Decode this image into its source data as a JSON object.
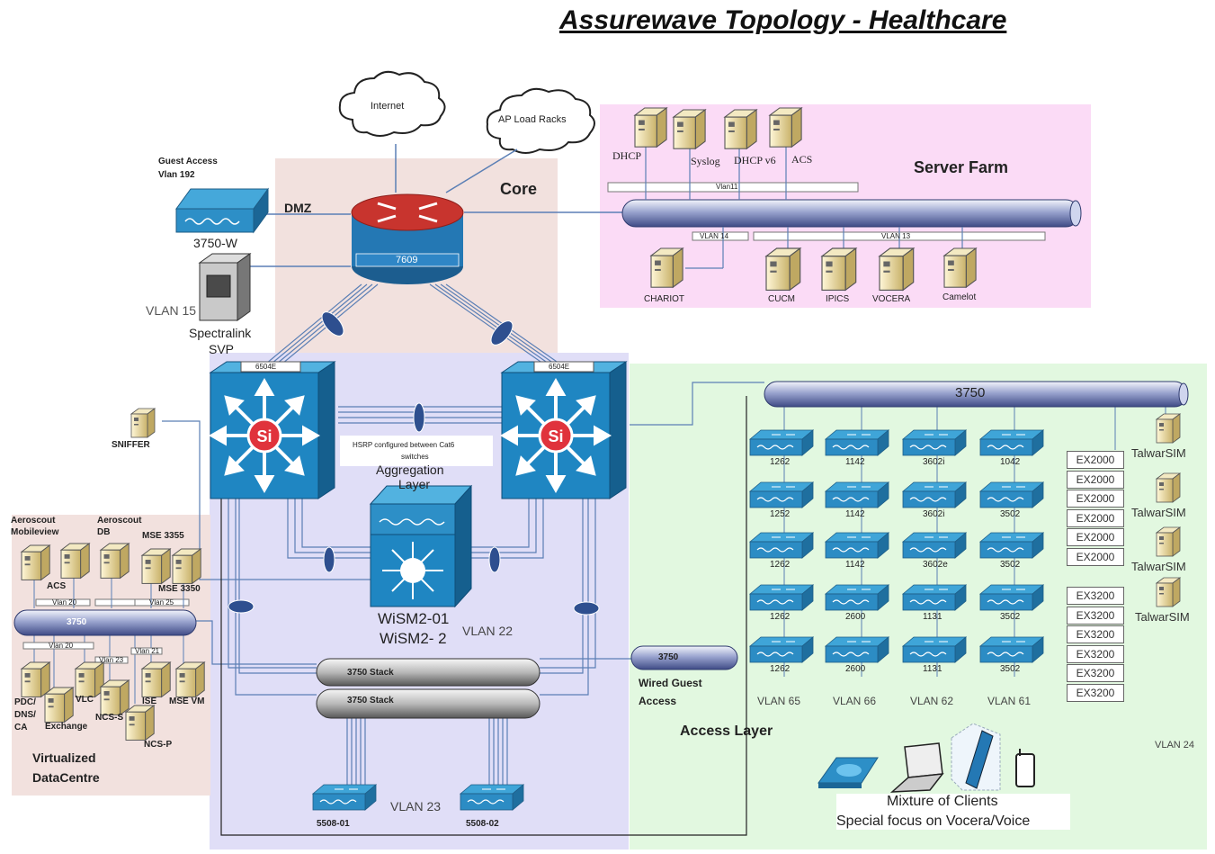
{
  "title": "Assurewave Topology - Healthcare",
  "clouds": {
    "internet": "Internet",
    "ap_load_racks": "AP Load Racks"
  },
  "core": {
    "zone_label": "Core",
    "router_label": "7609",
    "dmz_label": "DMZ"
  },
  "guest": {
    "label_line1": "Guest Access",
    "label_line2": "Vlan 192",
    "switch_label": "3750-W"
  },
  "spectralink": {
    "vlan": "VLAN 15",
    "name_line1": "Spectralink",
    "name_line2": "SVP"
  },
  "server_farm": {
    "title": "Server Farm",
    "top_servers": [
      "DHCP",
      "Syslog",
      "DHCP v6",
      "ACS"
    ],
    "vlan_labels": [
      "Vlan11",
      "VLAN 14",
      "VLAN 13"
    ],
    "bottom_servers": [
      "CHARIOT",
      "CUCM",
      "IPICS",
      "VOCERA",
      "Camelot"
    ]
  },
  "aggregation": {
    "switch_label": "6504E",
    "hsrp_line1": "HSRP configured between Cat6",
    "hsrp_line2": "switches",
    "layer_line1": "Aggregation",
    "layer_line2": "Layer",
    "wism_line1": "WiSM2-01",
    "wism_line2": "WiSM2- 2",
    "wism_vlan": "VLAN 22"
  },
  "sniffer": "SNIFFER",
  "datacentre": {
    "top_labels": [
      "Aeroscout Mobileview",
      "Aeroscout DB",
      "MSE 3355"
    ],
    "acs": "ACS",
    "mse3350": "MSE 3350",
    "switch": "3750",
    "vlan_tags": [
      "Vlan 20",
      "Vlan 25",
      "Vlan 20",
      "Vlan 21",
      "Vlan 23"
    ],
    "servers": [
      "PDC/ DNS/ CA",
      "Exchange",
      "VLC",
      "NCS-S",
      "ISE",
      "MSE VM",
      "NCS-P"
    ],
    "title_line1": "Virtualized",
    "title_line2": "DataCentre"
  },
  "stack": {
    "label": "3750 Stack",
    "vlan": "VLAN 23",
    "wlc_left": "5508-01",
    "wlc_right": "5508-02"
  },
  "wired_guest": {
    "switch": "3750",
    "line1": "Wired Guest",
    "line2": "Access"
  },
  "access": {
    "switch": "3750",
    "layer_label": "Access Layer",
    "columns": [
      {
        "models": [
          "1262",
          "1252",
          "1262",
          "1262",
          "1262"
        ],
        "vlan": "VLAN 65"
      },
      {
        "models": [
          "1142",
          "1142",
          "1142",
          "2600",
          "2600"
        ],
        "vlan": "VLAN 66"
      },
      {
        "models": [
          "3602i",
          "3602i",
          "3602e",
          "1131",
          "1131"
        ],
        "vlan": "VLAN 62"
      },
      {
        "models": [
          "1042",
          "3502",
          "3502",
          "3502",
          "3502"
        ],
        "vlan": "VLAN 61"
      }
    ],
    "ex2000": [
      "EX2000",
      "EX2000",
      "EX2000",
      "EX2000",
      "EX2000",
      "EX2000"
    ],
    "ex3200": [
      "EX3200",
      "EX3200",
      "EX3200",
      "EX3200",
      "EX3200",
      "EX3200"
    ],
    "talwar": [
      "TalwarSIM",
      "TalwarSIM",
      "TalwarSIM",
      "TalwarSIM"
    ],
    "vlan24": "VLAN 24"
  },
  "clients": {
    "line1": "Mixture of Clients",
    "line2": "Special focus on Vocera/Voice"
  }
}
